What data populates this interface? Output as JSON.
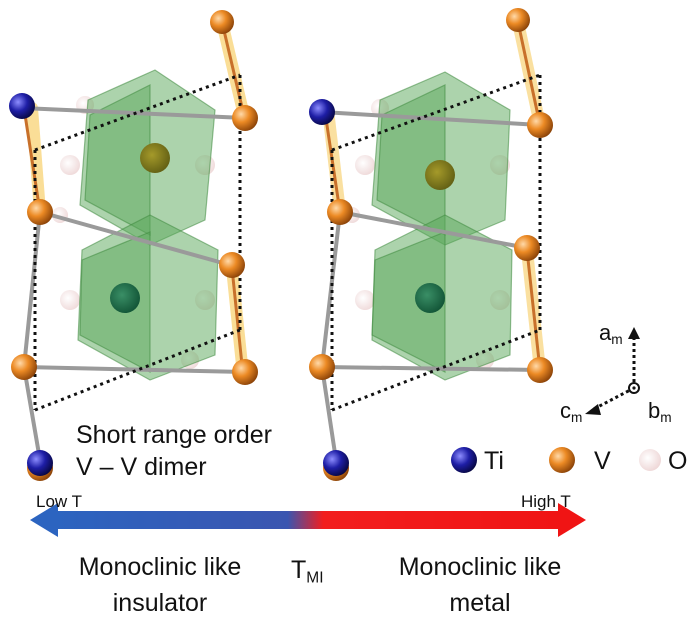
{
  "labels": {
    "annotation_line1": "Short range order",
    "annotation_line2": "V – V dimer",
    "low_t": "Low T",
    "high_t": "High T",
    "left_phase_line1": "Monoclinic like",
    "left_phase_line2": "insulator",
    "right_phase_line1": "Monoclinic like",
    "right_phase_line2": "metal",
    "transition_main": "T",
    "transition_sub": "MI"
  },
  "axes": {
    "a_main": "a",
    "a_sub": "m",
    "b_main": "b",
    "b_sub": "m",
    "c_main": "c",
    "c_sub": "m"
  },
  "legend": [
    {
      "symbol": "Ti",
      "color": "#1a1a9c"
    },
    {
      "symbol": "V",
      "color": "#e07a1a"
    },
    {
      "symbol": "O",
      "color": "#f2d6d6"
    }
  ],
  "colors": {
    "arrow_cold": "#2f5fb4",
    "arrow_hot": "#f01a1a",
    "octahedra": "#5aa85a",
    "dimer_glow": "#f5c242",
    "bond": "#9a9a9a"
  }
}
